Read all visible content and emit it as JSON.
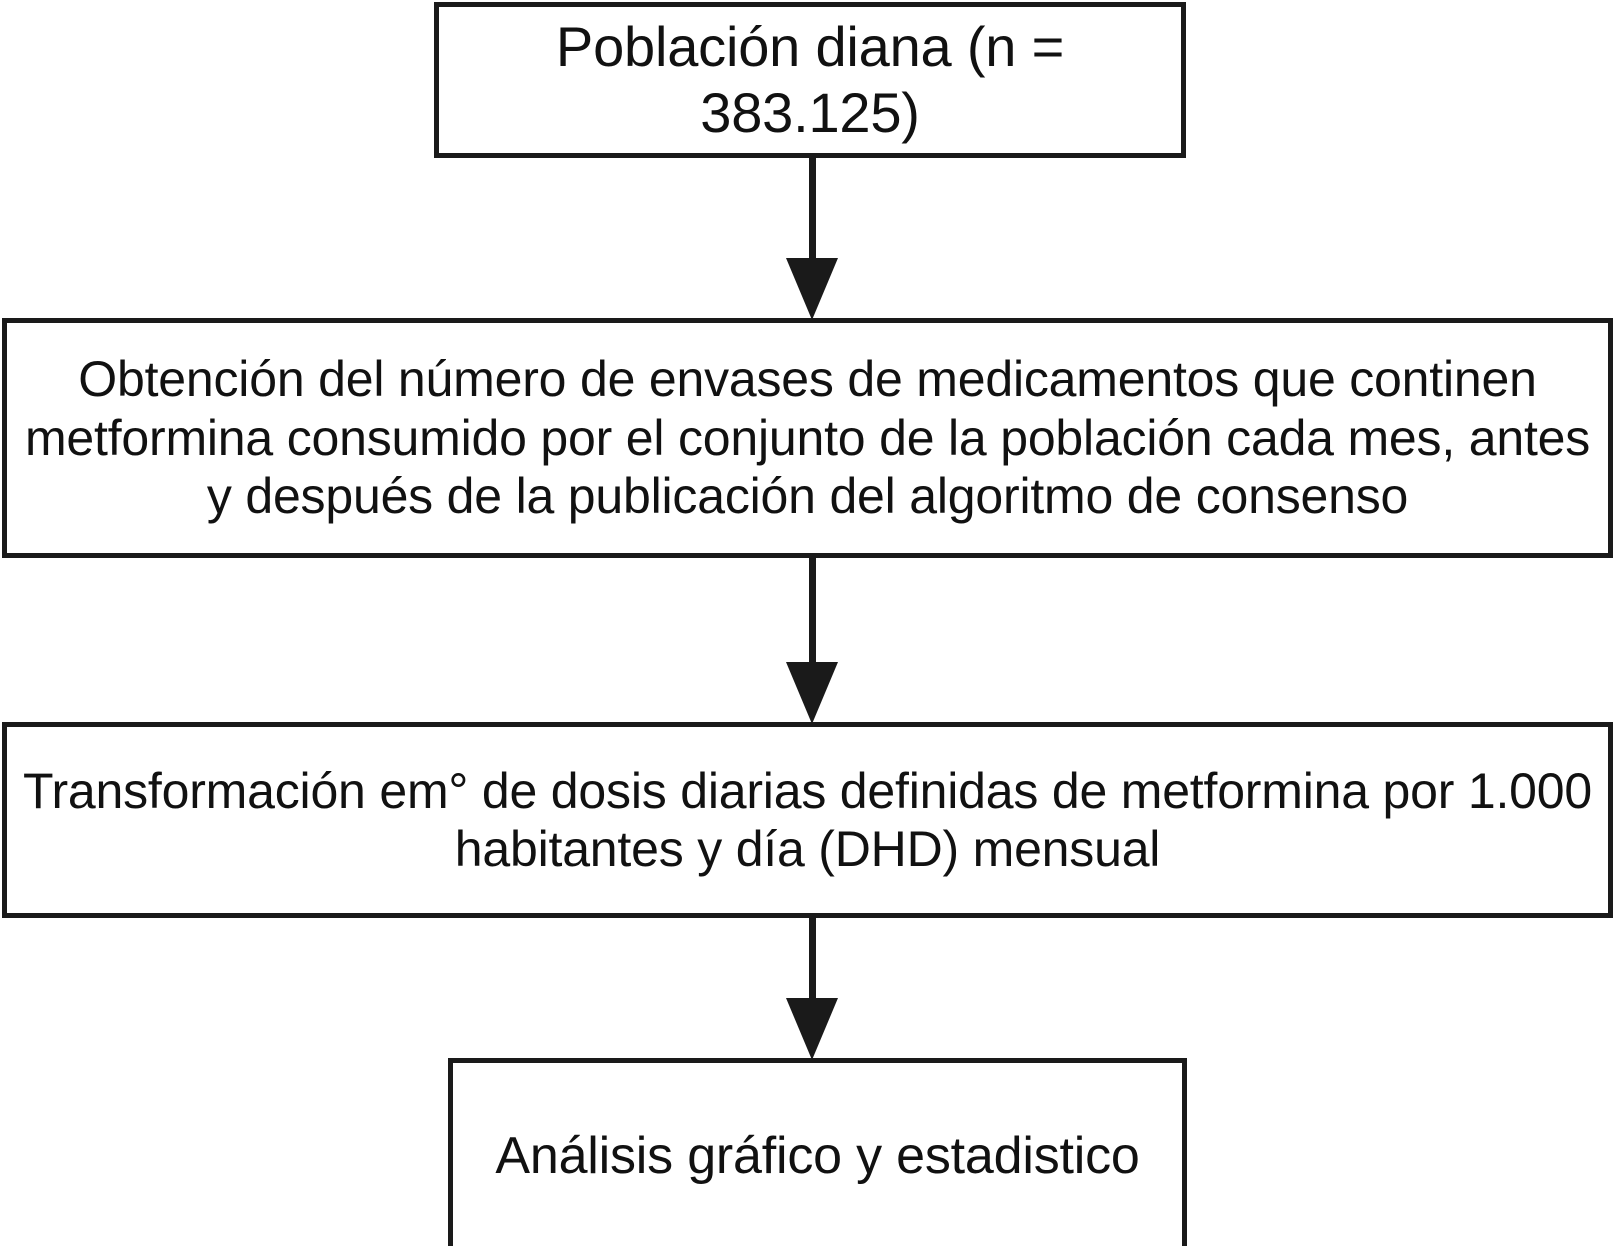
{
  "diagram": {
    "type": "flowchart",
    "orientation": "vertical-top-to-bottom",
    "background_color": "#ffffff",
    "stroke_color": "#1a1a1a",
    "text_color": "#111111",
    "nodes": [
      {
        "id": "target-population",
        "shape": "rectangle",
        "text": "Población diana (n = 383.125)",
        "lines": [
          "Población diana (n = 383.125)"
        ]
      },
      {
        "id": "obtain-packages",
        "shape": "rectangle",
        "text": "Obtención del número de envases de medicamentos que continen metformina consumido por el conjunto de la población cada mes, antes y después de la publicación del algoritmo de consenso",
        "lines": [
          "Obtención del número de envases de medicamentos que continen",
          "metformina consumido por el conjunto de la población cada mes,",
          "antes y después de la publicación del algoritmo de consenso"
        ]
      },
      {
        "id": "transformation-dhd",
        "shape": "rectangle",
        "text": "Transformación em° de dosis diarias definidas de metformina por 1.000 habitantes y día (DHD) mensual",
        "lines": [
          "Transformación em° de dosis diarias definidas de metformina",
          "por 1.000 habitantes y día (DHD) mensual"
        ]
      },
      {
        "id": "graphic-statistical-analysis",
        "shape": "rectangle",
        "text": "Análisis gráfico y estadistico",
        "lines": [
          "Análisis gráfico y estadistico"
        ]
      }
    ],
    "connectors": [
      {
        "id": "arrow-1",
        "from": "target-population",
        "to": "obtain-packages",
        "style": "solid-line-filled-arrowhead",
        "direction": "down"
      },
      {
        "id": "arrow-2",
        "from": "obtain-packages",
        "to": "transformation-dhd",
        "style": "solid-line-filled-arrowhead",
        "direction": "down"
      },
      {
        "id": "arrow-3",
        "from": "transformation-dhd",
        "to": "graphic-statistical-analysis",
        "style": "solid-line-filled-arrowhead",
        "direction": "down"
      }
    ]
  }
}
